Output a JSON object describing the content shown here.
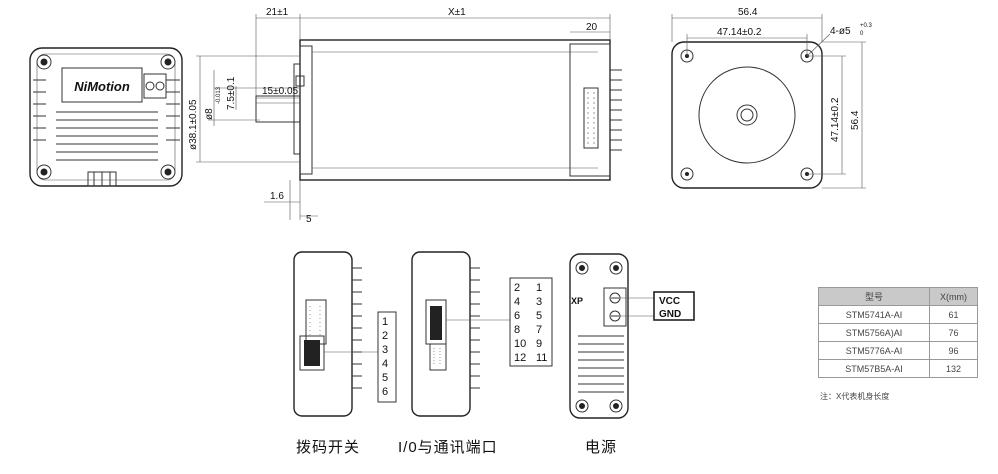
{
  "front_view": {
    "logo": "NiMotion"
  },
  "side_view": {
    "dims": {
      "flange_len": "21±1",
      "body_len": "X±1",
      "connector_w": "20",
      "shaft_key": "7.5±0.1",
      "shaft_dia_label": "ø8",
      "shaft_tol": "-0.013",
      "boss_dia": "ø38.1±0.05",
      "shaft_len": "15±0.05",
      "boss_h": "1.6",
      "flange_t": "5"
    }
  },
  "rear_view": {
    "dims": {
      "width": "56.4",
      "hole_pitch_h": "47.14±0.2",
      "hole_spec": "4-ø5",
      "hole_tol": "+0.3",
      "hole_tol_low": "0",
      "hole_pitch_v": "47.14±0.2",
      "height": "56.4"
    }
  },
  "dip_switch": {
    "pins": [
      "1",
      "2",
      "3",
      "4",
      "5",
      "6"
    ],
    "caption": "拨码开关"
  },
  "io_port": {
    "pins": [
      [
        "2",
        "1"
      ],
      [
        "4",
        "3"
      ],
      [
        "6",
        "5"
      ],
      [
        "8",
        "7"
      ],
      [
        "10",
        "9"
      ],
      [
        "12",
        "11"
      ]
    ],
    "caption": "I/0与通讯端口"
  },
  "power": {
    "labels": [
      "VCC",
      "GND"
    ],
    "caption": "电源",
    "housing_mark": "XP"
  },
  "model_table": {
    "headers": [
      "型号",
      "X(mm)"
    ],
    "rows": [
      [
        "STM5741A-AI",
        "61"
      ],
      [
        "STM5756A)AI",
        "76"
      ],
      [
        "STM5776A-AI",
        "96"
      ],
      [
        "STM57B5A-AI",
        "132"
      ]
    ],
    "note": "注：X代表机身长度"
  }
}
